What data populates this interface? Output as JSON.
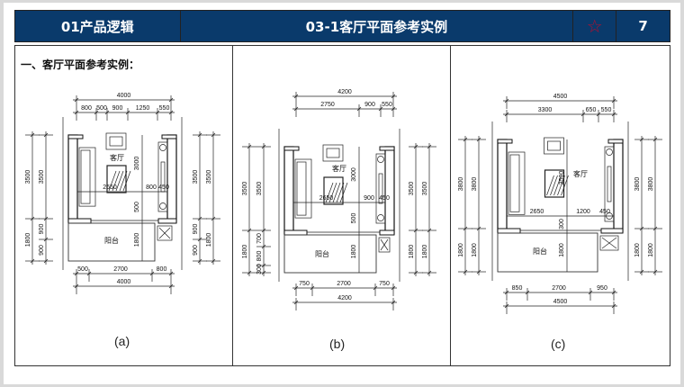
{
  "header": {
    "section": "01产品逻辑",
    "title": "03-1客厅平面参考实例",
    "star_icon": "star-outline-icon",
    "page_number": "7"
  },
  "content": {
    "heading": "一、客厅平面参考实例：",
    "plans": [
      {
        "caption": "(a)",
        "room_label": "客厅",
        "balcony_label": "阳台",
        "top_total": "4000",
        "top_segments": [
          "800",
          "500",
          "900",
          "1250",
          "550"
        ],
        "left_outer": [
          "3500",
          "1800"
        ],
        "left_inner": [
          "3500",
          "900",
          "900"
        ],
        "right_inner": [
          "3500",
          "900",
          "900"
        ],
        "right_outer": [
          "3500",
          "1800"
        ],
        "bottom_segments": [
          "500",
          "2700",
          "800"
        ],
        "bottom_total": "4000",
        "interior": {
          "width": "2650",
          "cabinet_gap": "800",
          "cabinet_depth": "450",
          "depth": "3000",
          "gap": "500",
          "balcony_depth": "1800"
        }
      },
      {
        "caption": "(b)",
        "room_label": "客厅",
        "balcony_label": "阳台",
        "top_total": "4200",
        "top_segments": [
          "2750",
          "900",
          "550"
        ],
        "left_outer": [
          "3500",
          "1800"
        ],
        "left_inner": [
          "3500",
          "700",
          "800",
          "300"
        ],
        "right_inner": [
          "3500",
          "1800"
        ],
        "right_outer": [
          "3500",
          "1800"
        ],
        "bottom_segments": [
          "750",
          "2700",
          "750"
        ],
        "bottom_total": "4200",
        "interior": {
          "width": "2650",
          "cabinet_gap": "900",
          "cabinet_depth": "450",
          "depth": "3000",
          "gap": "500",
          "balcony_depth": "1800"
        }
      },
      {
        "caption": "(c)",
        "room_label": "客厅",
        "balcony_label": "阳台",
        "top_total": "4500",
        "top_segments": [
          "3300",
          "650",
          "550"
        ],
        "left_outer": [
          "3800",
          "1800"
        ],
        "left_inner": [
          "3800",
          "1800"
        ],
        "right_inner": [
          "3800",
          "1800"
        ],
        "right_outer": [
          "3800",
          "1800"
        ],
        "bottom_segments": [
          "850",
          "2700",
          "950"
        ],
        "bottom_total": "4500",
        "interior": {
          "width": "2650",
          "cabinet_gap": "1200",
          "cabinet_depth": "450",
          "depth": "3500",
          "gap": "300",
          "balcony_depth": "1800"
        }
      }
    ]
  }
}
